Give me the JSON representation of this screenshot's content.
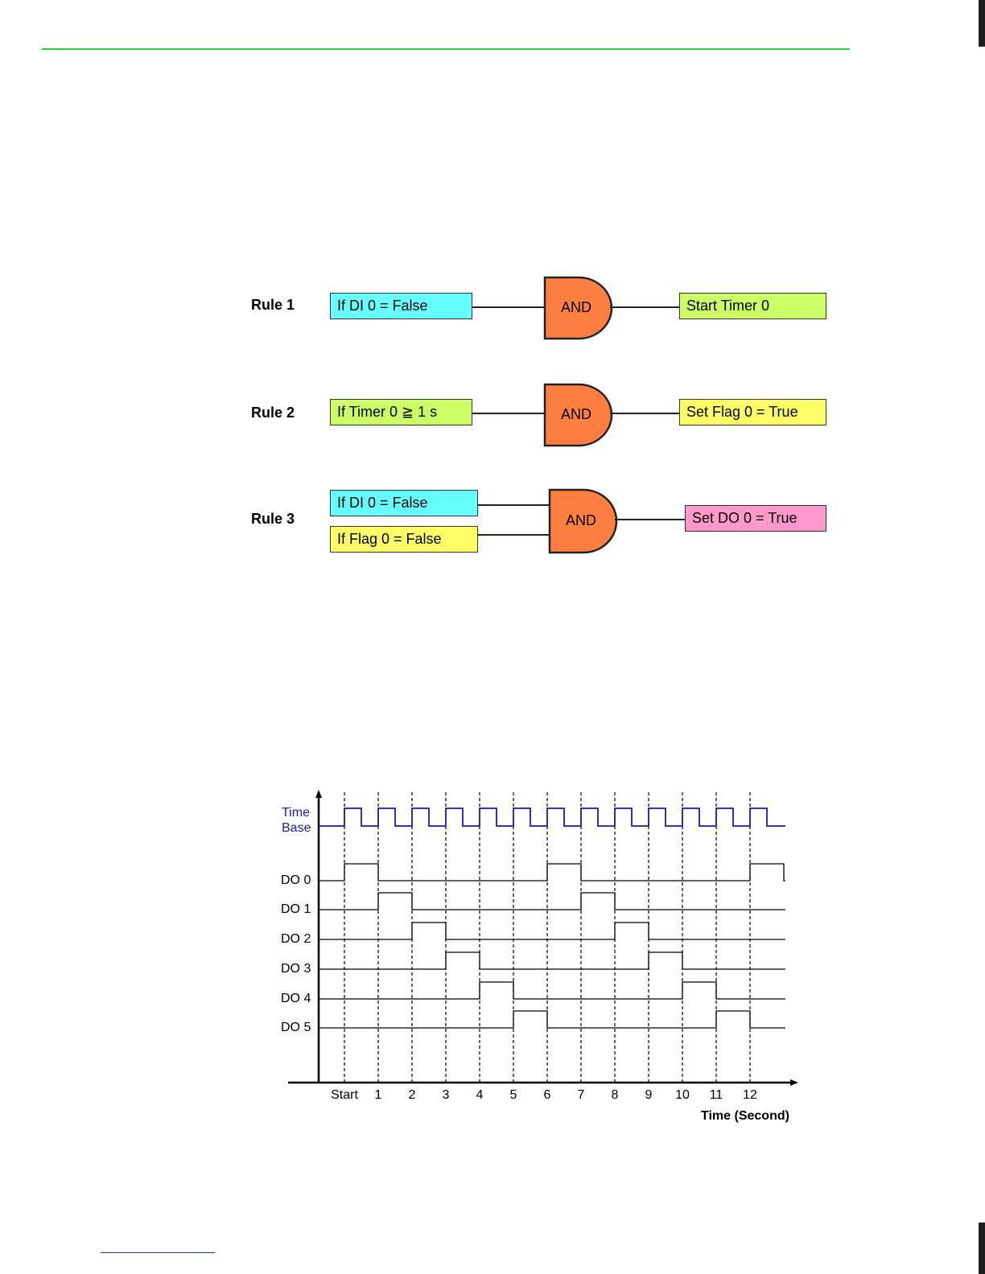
{
  "colors": {
    "header_rule": "#2ecc40",
    "cyan": "#66ffff",
    "lime": "#ccff66",
    "yellow": "#ffff66",
    "pink": "#ff99cc",
    "gate": "#ff7f40",
    "time_base": "#1a1aaa"
  },
  "rules": [
    {
      "label": "Rule 1",
      "inputs": [
        "If DI 0 = False"
      ],
      "gate": "AND",
      "output": "Start Timer 0"
    },
    {
      "label": "Rule 2",
      "inputs": [
        "If Timer 0 ≧ 1 s"
      ],
      "gate": "AND",
      "output": "Set Flag 0 = True"
    },
    {
      "label": "Rule 3",
      "inputs": [
        "If DI 0 = False",
        "If Flag 0 = False"
      ],
      "gate": "AND",
      "output": "Set DO 0 = True"
    }
  ],
  "timing": {
    "time_base_label_1": "Time",
    "time_base_label_2": "Base",
    "signals": [
      "DO 0",
      "DO 1",
      "DO 2",
      "DO 3",
      "DO 4",
      "DO 5"
    ],
    "ticks": [
      "Start",
      "1",
      "2",
      "3",
      "4",
      "5",
      "6",
      "7",
      "8",
      "9",
      "10",
      "11",
      "12"
    ],
    "xlabel": "Time (Second)",
    "high_intervals": {
      "DO 0": [
        [
          0,
          1
        ],
        [
          6,
          7
        ],
        [
          12,
          13
        ]
      ],
      "DO 1": [
        [
          1,
          2
        ],
        [
          7,
          8
        ]
      ],
      "DO 2": [
        [
          2,
          3
        ],
        [
          8,
          9
        ]
      ],
      "DO 3": [
        [
          3,
          4
        ],
        [
          9,
          10
        ]
      ],
      "DO 4": [
        [
          4,
          5
        ],
        [
          10,
          11
        ]
      ],
      "DO 5": [
        [
          5,
          6
        ],
        [
          11,
          12
        ]
      ]
    }
  }
}
